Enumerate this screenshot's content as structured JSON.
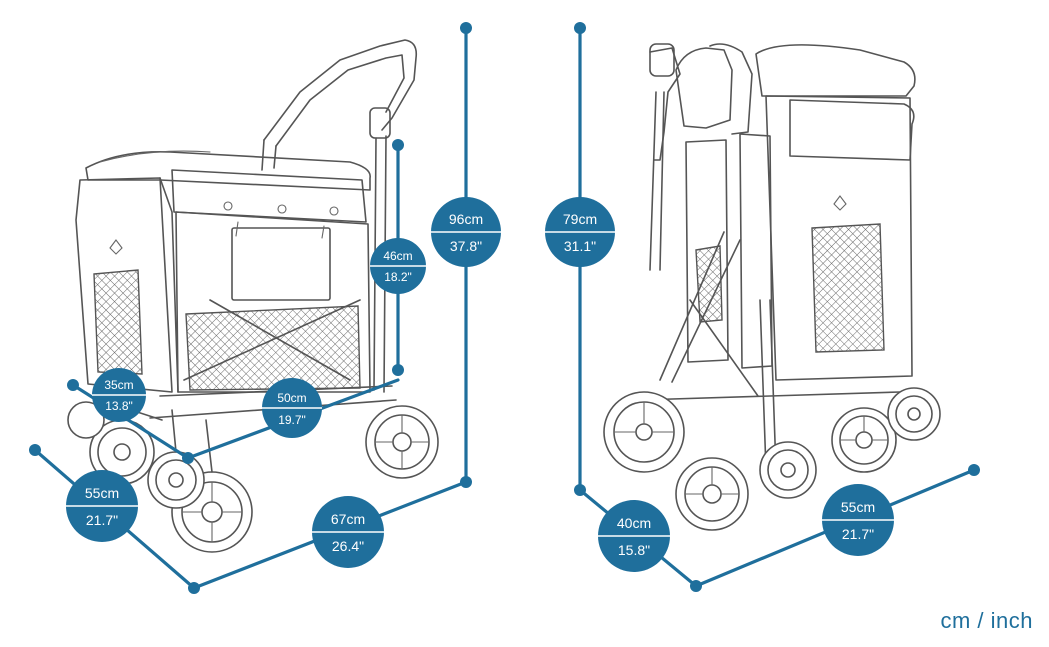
{
  "colors": {
    "dimension_blue": "#1f6f9c",
    "outline_gray": "#555555",
    "background": "#ffffff"
  },
  "unit_label": "cm / inch",
  "views": {
    "front": {
      "height_total": {
        "cm": "96cm",
        "inch": "37.8\""
      },
      "seat_height": {
        "cm": "46cm",
        "inch": "18.2\""
      },
      "inner_depth": {
        "cm": "35cm",
        "inch": "13.8\""
      },
      "inner_length": {
        "cm": "50cm",
        "inch": "19.7\""
      },
      "width": {
        "cm": "55cm",
        "inch": "21.7\""
      },
      "length": {
        "cm": "67cm",
        "inch": "26.4\""
      }
    },
    "folded": {
      "height": {
        "cm": "79cm",
        "inch": "31.1\""
      },
      "depth": {
        "cm": "40cm",
        "inch": "15.8\""
      },
      "width": {
        "cm": "55cm",
        "inch": "21.7\""
      }
    }
  }
}
